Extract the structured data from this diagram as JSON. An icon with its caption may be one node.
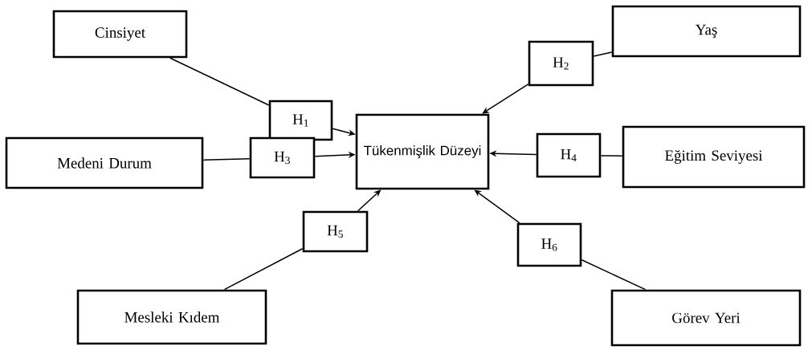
{
  "diagram": {
    "nodes": [
      {
        "text": [
          "Cinsiyet"
        ]
      },
      {
        "text": [
          "Yaş"
        ]
      },
      {
        "text": [
          "H$_{2}$"
        ]
      },
      {
        "text": [
          "H$_{1}$"
        ]
      },
      {
        "text": [
          "Tükenmişlik Düzeyi"
        ]
      },
      {
        "text": [
          "Medeni Durum"
        ]
      },
      {
        "text": [
          "H$_{3}$"
        ]
      },
      {
        "text": [
          "H$_{4}$"
        ]
      },
      {
        "text": [
          "Eğitim Seviyesi"
        ]
      },
      {
        "text": [
          "H$_{5}$"
        ]
      },
      {
        "text": [
          "H$_{6}$"
        ]
      },
      {
        "text": [
          "Mesleki Kıdem"
        ]
      },
      {
        "text": [
          "Görev Yeri"
        ]
      }
    ],
    "edges": [
      {
        "from": 0,
        "to": 3,
        "arrow": "none"
      },
      {
        "from": 3,
        "to": 4,
        "arrow": "to"
      },
      {
        "from": 1,
        "to": 2,
        "arrow": "none"
      },
      {
        "from": 2,
        "to": 4,
        "arrow": "to"
      },
      {
        "from": 5,
        "to": 6,
        "arrow": "none"
      },
      {
        "from": 6,
        "to": 4,
        "arrow": "to"
      },
      {
        "from": 8,
        "to": 7,
        "arrow": "none"
      },
      {
        "from": 7,
        "to": 4,
        "arrow": "to"
      },
      {
        "from": 11,
        "to": 9,
        "arrow": "none"
      },
      {
        "from": 9,
        "to": 4,
        "arrow": "to"
      },
      {
        "from": 12,
        "to": 10,
        "arrow": "none"
      },
      {
        "from": 10,
        "to": 4,
        "arrow": "to"
      }
    ]
  }
}
